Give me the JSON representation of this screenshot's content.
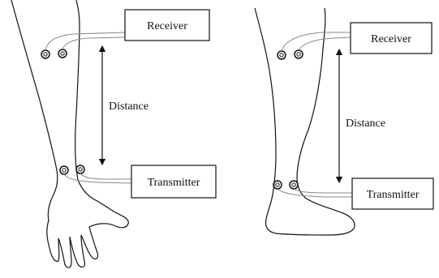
{
  "left_panel": {
    "receiver_label": "Receiver",
    "transmitter_label": "Transmitter",
    "distance_label": "Distance"
  },
  "right_panel": {
    "receiver_label": "Receiver",
    "transmitter_label": "Transmitter",
    "distance_label": "Distance"
  }
}
